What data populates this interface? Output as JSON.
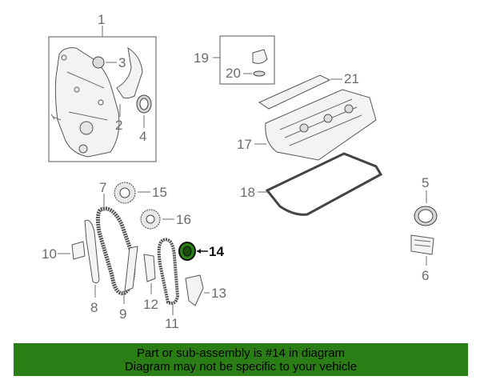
{
  "diagram": {
    "callouts": {
      "c1": "1",
      "c2": "2",
      "c3": "3",
      "c4": "4",
      "c5": "5",
      "c6": "6",
      "c7": "7",
      "c8": "8",
      "c9": "9",
      "c10": "10",
      "c11": "11",
      "c12": "12",
      "c13": "13",
      "c14": "14",
      "c15": "15",
      "c16": "16",
      "c17": "17",
      "c18": "18",
      "c19": "19",
      "c20": "20",
      "c21": "21"
    },
    "highlighted_part": "14",
    "colors": {
      "banner": "#2b7d15",
      "highlight": "#111111",
      "label": "#6b6b6b"
    }
  },
  "banner": {
    "line1": "Part or sub-assembly is #14 in diagram",
    "line2": "Diagram may not be specific to your vehicle"
  }
}
